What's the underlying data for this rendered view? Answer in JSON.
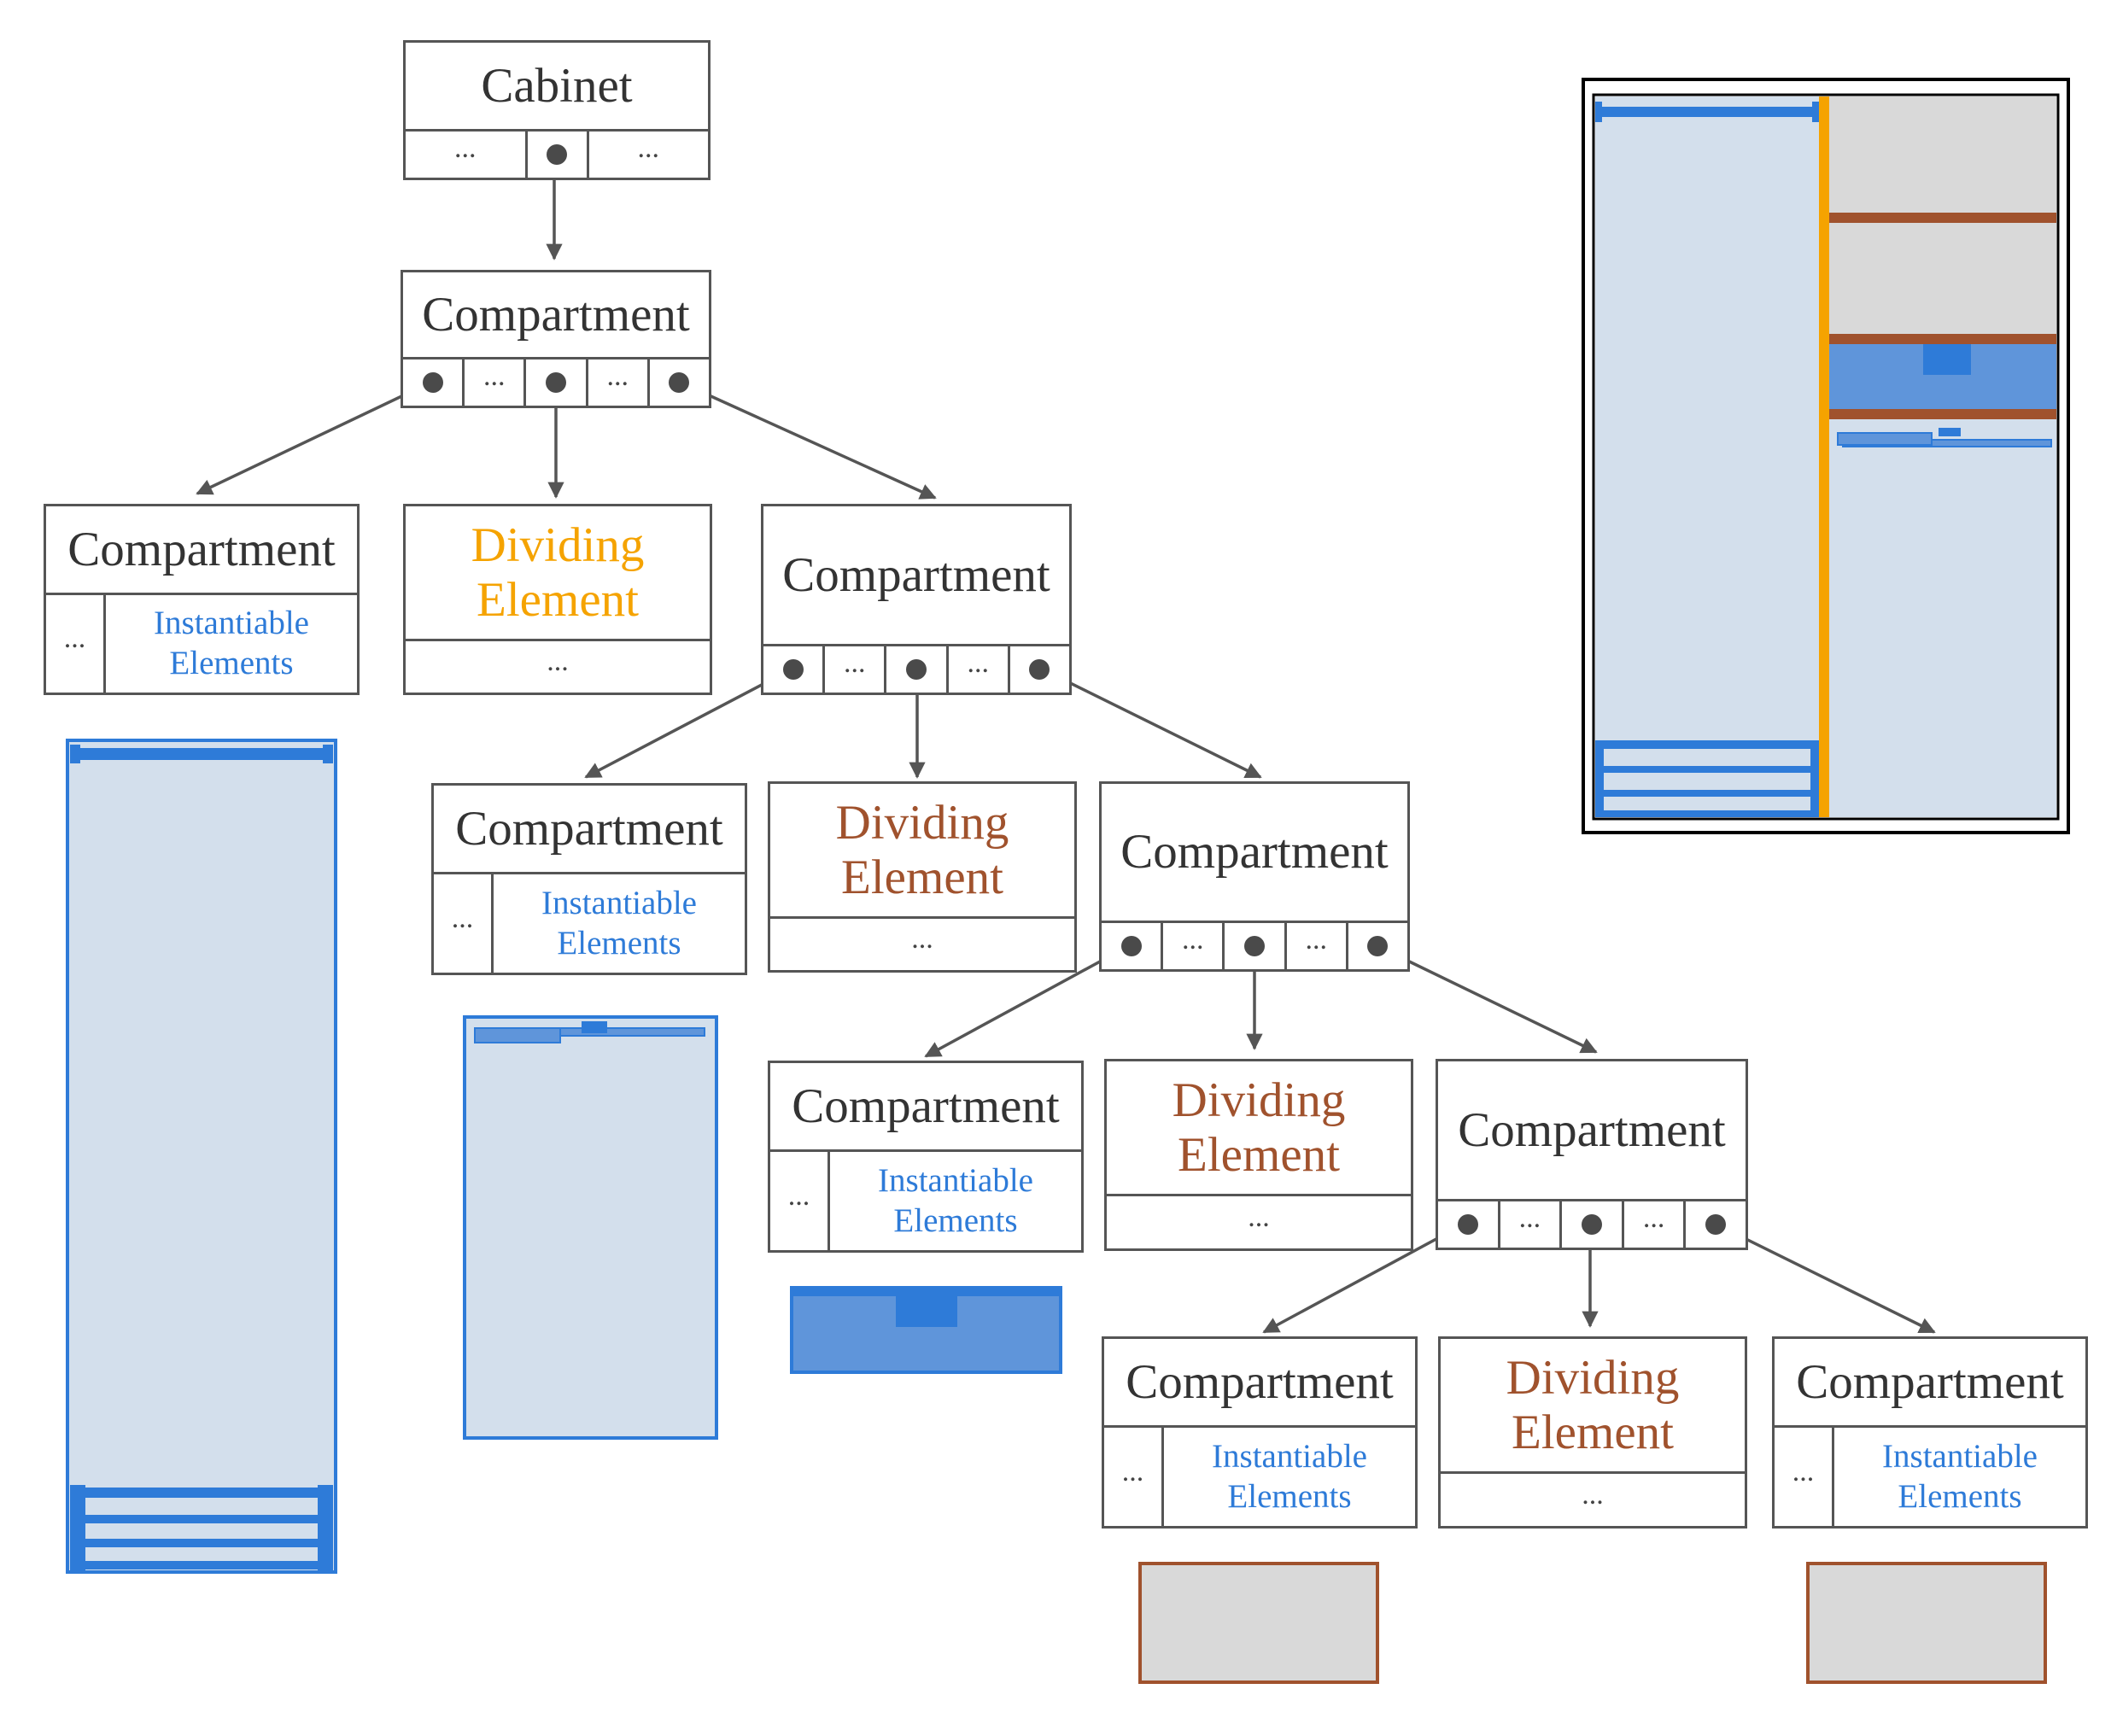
{
  "labels": {
    "cabinet": "Cabinet",
    "compartment": "Compartment",
    "dividing_element": "Dividing\nElement",
    "instantiable_elements": "Instantiable\nElements",
    "ellipsis": "..."
  },
  "colors": {
    "line": "#555555",
    "text": "#333333",
    "main_divider_text": "#f5a300",
    "sub_divider_text": "#a0522d",
    "instantiable_text": "#2e7bd8",
    "element_fill": "#d3dfec",
    "element_blue": "#2e7bd8",
    "drawer_fill": "#5f95da",
    "shelf_fill": "#d9d9d9",
    "shelf_brown": "#a0522d",
    "divider_orange": "#f5a300"
  },
  "nodes": [
    {
      "id": "cabinet",
      "label": "Cabinet",
      "kind": "root",
      "parent": null
    },
    {
      "id": "compartment-1",
      "label": "Compartment",
      "kind": "split",
      "parent": "cabinet"
    },
    {
      "id": "compartment-leaf-1",
      "label": "Compartment",
      "kind": "leaf",
      "parent": "compartment-1",
      "illustration": "hanging-rail-with-drawers"
    },
    {
      "id": "dividing-element-1",
      "label": "Dividing Element",
      "kind": "divider",
      "parent": "compartment-1",
      "divider_color": "orange"
    },
    {
      "id": "compartment-2",
      "label": "Compartment",
      "kind": "split",
      "parent": "compartment-1"
    },
    {
      "id": "compartment-leaf-2",
      "label": "Compartment",
      "kind": "leaf",
      "parent": "compartment-2",
      "illustration": "pull-out-rail"
    },
    {
      "id": "dividing-element-2",
      "label": "Dividing Element",
      "kind": "divider",
      "parent": "compartment-2",
      "divider_color": "brown"
    },
    {
      "id": "compartment-3",
      "label": "Compartment",
      "kind": "split",
      "parent": "compartment-2"
    },
    {
      "id": "compartment-leaf-3",
      "label": "Compartment",
      "kind": "leaf",
      "parent": "compartment-3",
      "illustration": "drawer"
    },
    {
      "id": "dividing-element-3",
      "label": "Dividing Element",
      "kind": "divider",
      "parent": "compartment-3",
      "divider_color": "brown"
    },
    {
      "id": "compartment-4",
      "label": "Compartment",
      "kind": "split",
      "parent": "compartment-3"
    },
    {
      "id": "compartment-leaf-4",
      "label": "Compartment",
      "kind": "leaf",
      "parent": "compartment-4",
      "illustration": "empty-shelf"
    },
    {
      "id": "dividing-element-4",
      "label": "Dividing Element",
      "kind": "divider",
      "parent": "compartment-4",
      "divider_color": "brown"
    },
    {
      "id": "compartment-leaf-5",
      "label": "Compartment",
      "kind": "leaf",
      "parent": "compartment-4",
      "illustration": "empty-shelf"
    }
  ],
  "overview_illustration": "cabinet-front-view"
}
